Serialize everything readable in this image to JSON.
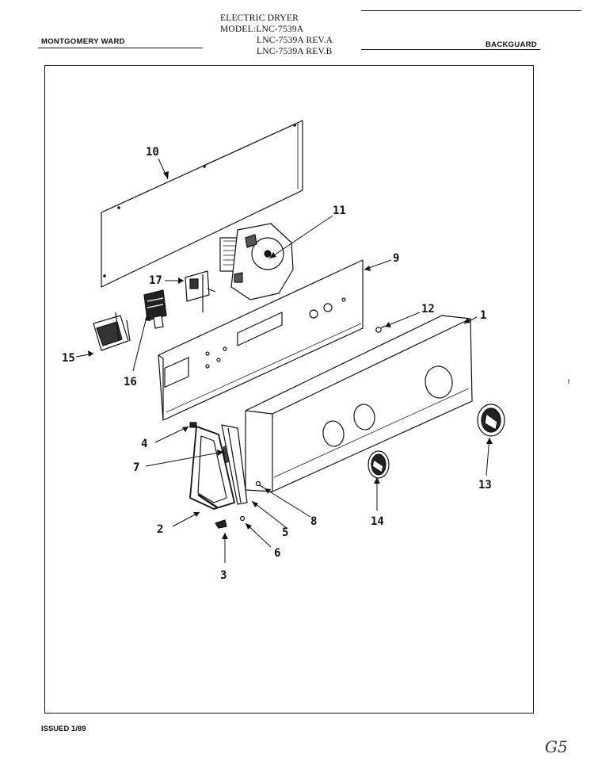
{
  "header": {
    "brand": "MONTGOMERY WARD",
    "section": "BACKGUARD",
    "product": "ELECTRIC DRYER",
    "models": [
      "MODEL:LNC-7539A",
      "LNC-7539A REV.A",
      "LNC-7539A REV.B"
    ]
  },
  "footer": {
    "issued": "ISSUED 1/89",
    "page_mark": "G5"
  },
  "callouts": [
    "1",
    "2",
    "3",
    "4",
    "5",
    "6",
    "7",
    "8",
    "9",
    "10",
    "11",
    "12",
    "13",
    "14",
    "15",
    "16",
    "17"
  ]
}
